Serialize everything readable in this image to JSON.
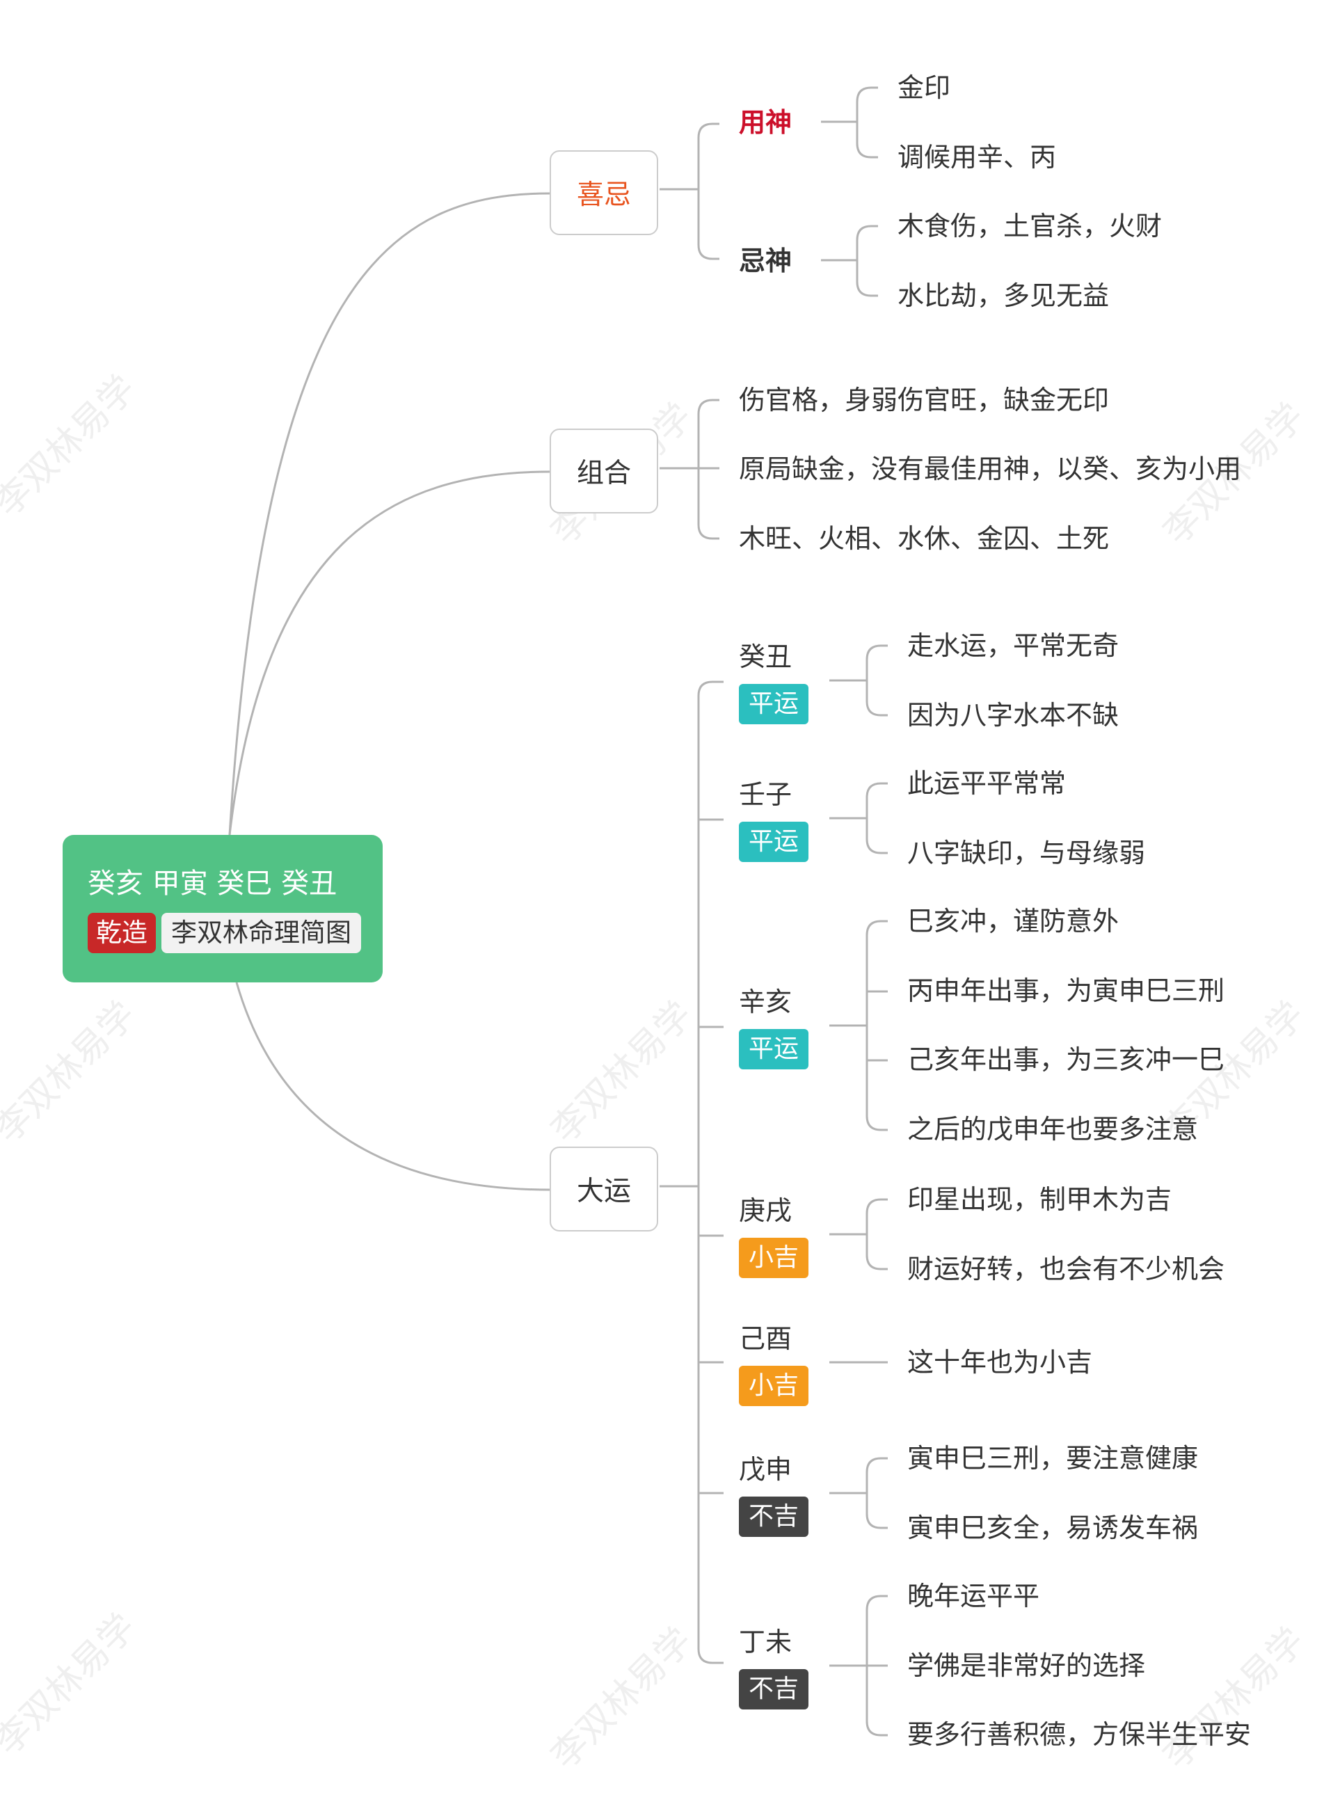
{
  "colors": {
    "root_bg": "#52c285",
    "tag_red": "#c82828",
    "badge_teal": "#2bbfbf",
    "badge_orange": "#f59b1c",
    "badge_dark": "#444444",
    "accent_orange": "#e8541f",
    "accent_red": "#cc0f2a",
    "line": "#b3b3b3"
  },
  "watermark": "李双林易学",
  "root": {
    "pillars": "癸亥  甲寅  癸巳  癸丑",
    "tag": "乾造",
    "subtitle": "李双林命理简图"
  },
  "xiji": {
    "label": "喜忌",
    "yongshen": {
      "label": "用神",
      "items": [
        "金印",
        "调候用辛、丙"
      ]
    },
    "jishen": {
      "label": "忌神",
      "items": [
        "木食伤，土官杀，火财",
        "水比劫，多见无益"
      ]
    }
  },
  "zuhe": {
    "label": "组合",
    "items": [
      "伤官格，身弱伤官旺，缺金无印",
      "原局缺金，没有最佳用神，以癸、亥为小用",
      "木旺、火相、水休、金囚、土死"
    ]
  },
  "dayun": {
    "label": "大运",
    "periods": [
      {
        "name": "癸丑",
        "badge": "平运",
        "items": [
          "走水运，平常无奇",
          "因为八字水本不缺"
        ]
      },
      {
        "name": "壬子",
        "badge": "平运",
        "items": [
          "此运平平常常",
          "八字缺印，与母缘弱"
        ]
      },
      {
        "name": "辛亥",
        "badge": "平运",
        "items": [
          "巳亥冲，谨防意外",
          "丙申年出事，为寅申巳三刑",
          "己亥年出事，为三亥冲一巳",
          "之后的戊申年也要多注意"
        ]
      },
      {
        "name": "庚戌",
        "badge": "小吉",
        "items": [
          "印星出现，制甲木为吉",
          "财运好转，也会有不少机会"
        ]
      },
      {
        "name": "己酉",
        "badge": "小吉",
        "items": [
          "这十年也为小吉"
        ]
      },
      {
        "name": "戊申",
        "badge": "不吉",
        "items": [
          "寅申巳三刑，要注意健康",
          "寅申巳亥全，易诱发车祸"
        ]
      },
      {
        "name": "丁未",
        "badge": "不吉",
        "items": [
          "晚年运平平",
          "学佛是非常好的选择",
          "要多行善积德，方保半生平安"
        ]
      }
    ]
  }
}
